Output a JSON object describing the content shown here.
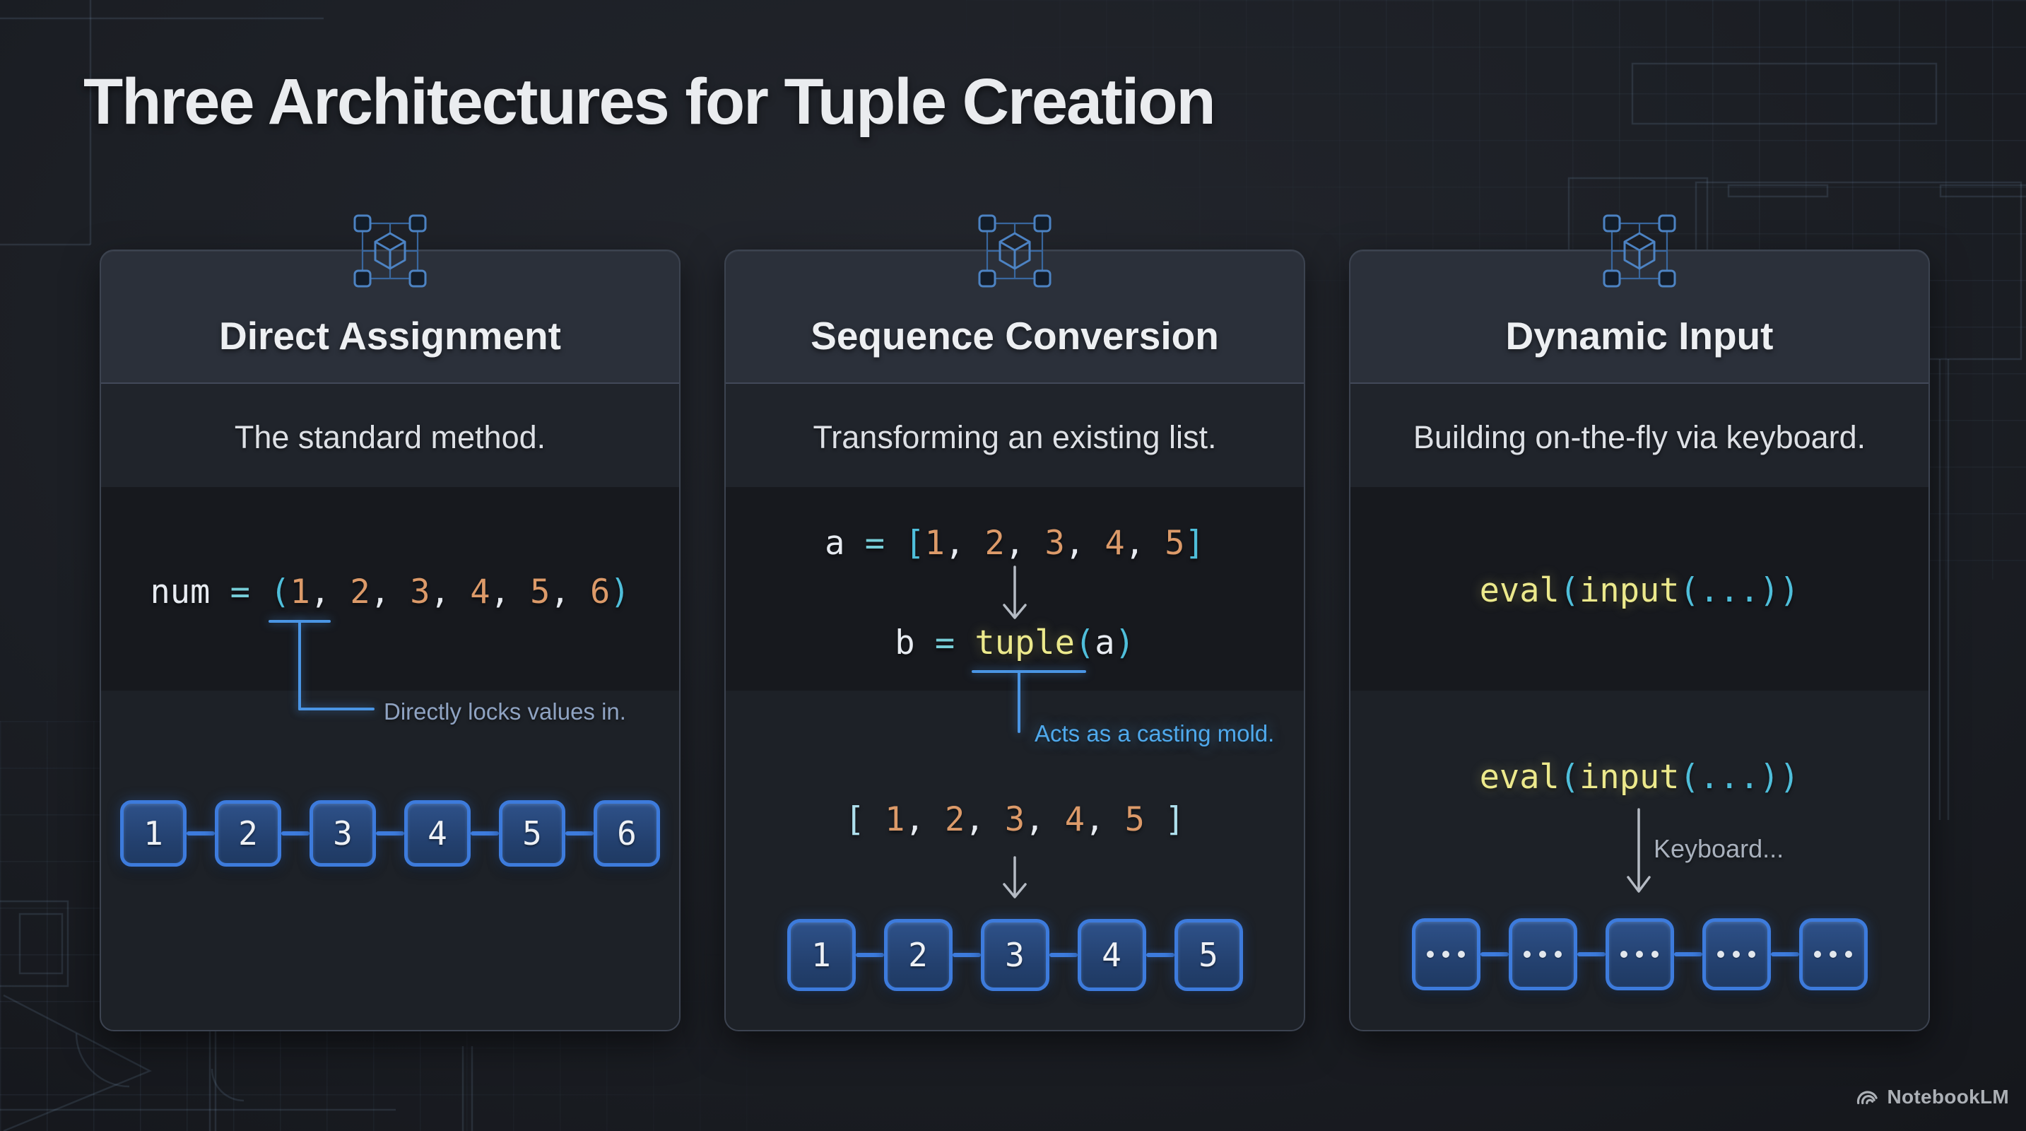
{
  "title": "Three Architectures for Tuple Creation",
  "watermark": {
    "label": "NotebookLM",
    "icon": "notebooklm-logo-icon"
  },
  "colors": {
    "accent_blue": "#3d7bdc",
    "cyan": "#4fbeda",
    "teal": "#76ccd6",
    "orange": "#dc9a69",
    "yellow": "#ece98c",
    "muted_callout": "#8fa3c2",
    "bright_callout": "#4fa9ec",
    "arrow_gray": "#b5bbc4"
  },
  "cards": [
    {
      "heading": "Direct Assignment",
      "subtitle": "The standard method.",
      "icon": "cube-blueprint-icon",
      "code_tokens": [
        {
          "t": "num",
          "c": "w"
        },
        {
          "t": " ",
          "c": "w"
        },
        {
          "t": "=",
          "c": "eq"
        },
        {
          "t": " ",
          "c": "w"
        },
        {
          "t": "(",
          "c": "p"
        },
        {
          "t": "1",
          "c": "n"
        },
        {
          "t": ", ",
          "c": "w"
        },
        {
          "t": "2",
          "c": "n"
        },
        {
          "t": ", ",
          "c": "w"
        },
        {
          "t": "3",
          "c": "n"
        },
        {
          "t": ", ",
          "c": "w"
        },
        {
          "t": "4",
          "c": "n"
        },
        {
          "t": ", ",
          "c": "w"
        },
        {
          "t": "5",
          "c": "n"
        },
        {
          "t": ", ",
          "c": "w"
        },
        {
          "t": "6",
          "c": "n"
        },
        {
          "t": ")",
          "c": "p"
        }
      ],
      "annotation": "Directly locks values in.",
      "boxes": [
        "1",
        "2",
        "3",
        "4",
        "5",
        "6"
      ]
    },
    {
      "heading": "Sequence Conversion",
      "subtitle": "Transforming an existing list.",
      "icon": "cube-blueprint-icon",
      "code_line1": [
        {
          "t": "a",
          "c": "w"
        },
        {
          "t": " ",
          "c": "w"
        },
        {
          "t": "=",
          "c": "eq"
        },
        {
          "t": " ",
          "c": "w"
        },
        {
          "t": "[",
          "c": "p"
        },
        {
          "t": "1",
          "c": "n"
        },
        {
          "t": ", ",
          "c": "w"
        },
        {
          "t": "2",
          "c": "n"
        },
        {
          "t": ", ",
          "c": "w"
        },
        {
          "t": "3",
          "c": "n"
        },
        {
          "t": ", ",
          "c": "w"
        },
        {
          "t": "4",
          "c": "n"
        },
        {
          "t": ", ",
          "c": "w"
        },
        {
          "t": "5",
          "c": "n"
        },
        {
          "t": "]",
          "c": "p"
        }
      ],
      "code_line2": [
        {
          "t": "b",
          "c": "w"
        },
        {
          "t": " ",
          "c": "w"
        },
        {
          "t": "=",
          "c": "eq"
        },
        {
          "t": " ",
          "c": "w"
        },
        {
          "t": "tuple",
          "c": "y"
        },
        {
          "t": "(",
          "c": "p"
        },
        {
          "t": "a",
          "c": "w"
        },
        {
          "t": ")",
          "c": "p"
        }
      ],
      "annotation": "Acts as a casting mold.",
      "list_tokens": [
        {
          "t": "[ ",
          "c": "pl"
        },
        {
          "t": "1",
          "c": "n"
        },
        {
          "t": ", ",
          "c": "w"
        },
        {
          "t": "2",
          "c": "n"
        },
        {
          "t": ", ",
          "c": "w"
        },
        {
          "t": "3",
          "c": "n"
        },
        {
          "t": ", ",
          "c": "w"
        },
        {
          "t": "4",
          "c": "n"
        },
        {
          "t": ", ",
          "c": "w"
        },
        {
          "t": "5",
          "c": "n"
        },
        {
          "t": " ]",
          "c": "pl"
        }
      ],
      "boxes": [
        "1",
        "2",
        "3",
        "4",
        "5"
      ]
    },
    {
      "heading": "Dynamic Input",
      "subtitle": "Building on-the-fly via keyboard.",
      "icon": "cube-blueprint-icon",
      "code_line1": [
        {
          "t": "eval",
          "c": "y"
        },
        {
          "t": "(",
          "c": "p"
        },
        {
          "t": "input",
          "c": "y"
        },
        {
          "t": "(",
          "c": "p"
        },
        {
          "t": "...",
          "c": "p"
        },
        {
          "t": "))",
          "c": "p"
        }
      ],
      "code_line2": [
        {
          "t": "eval",
          "c": "y"
        },
        {
          "t": "(",
          "c": "p"
        },
        {
          "t": "input",
          "c": "y"
        },
        {
          "t": "(",
          "c": "p"
        },
        {
          "t": "...",
          "c": "p"
        },
        {
          "t": "))",
          "c": "p"
        }
      ],
      "annotation": "Keyboard...",
      "boxes": [
        "...",
        "...",
        "...",
        "...",
        "..."
      ]
    }
  ]
}
